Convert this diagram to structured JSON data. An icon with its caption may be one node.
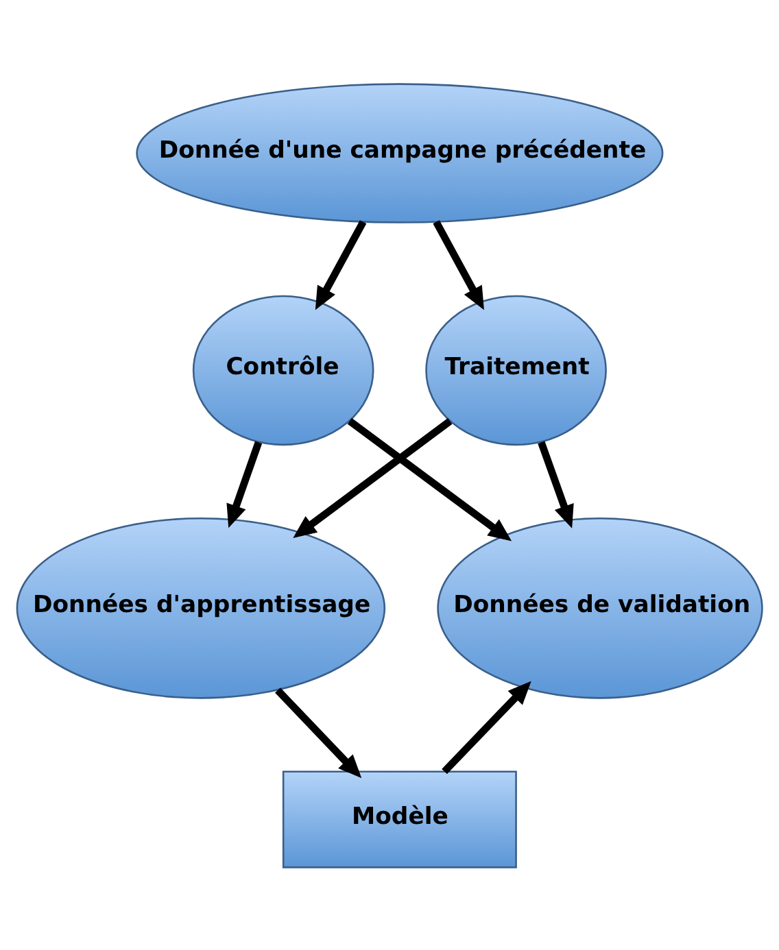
{
  "diagram": {
    "nodes": [
      {
        "text": [
          "Donnée d'une campagne précédente"
        ]
      },
      {
        "text": [
          "Contrôle"
        ]
      },
      {
        "text": [
          "Traitement"
        ]
      },
      {
        "text": [
          "Données d'apprentissage"
        ]
      },
      {
        "text": [
          "Données de validation"
        ]
      },
      {
        "text": [
          "Modèle"
        ]
      }
    ],
    "edges": [
      {
        "from": 0,
        "to": 1,
        "arrow": "to"
      },
      {
        "from": 0,
        "to": 2,
        "arrow": "to"
      },
      {
        "from": 1,
        "to": 3,
        "arrow": "to"
      },
      {
        "from": 1,
        "to": 4,
        "arrow": "to"
      },
      {
        "from": 2,
        "to": 3,
        "arrow": "to"
      },
      {
        "from": 2,
        "to": 4,
        "arrow": "to"
      },
      {
        "from": 3,
        "to": 5,
        "arrow": "to"
      },
      {
        "from": 5,
        "to": 4,
        "arrow": "to"
      }
    ]
  }
}
